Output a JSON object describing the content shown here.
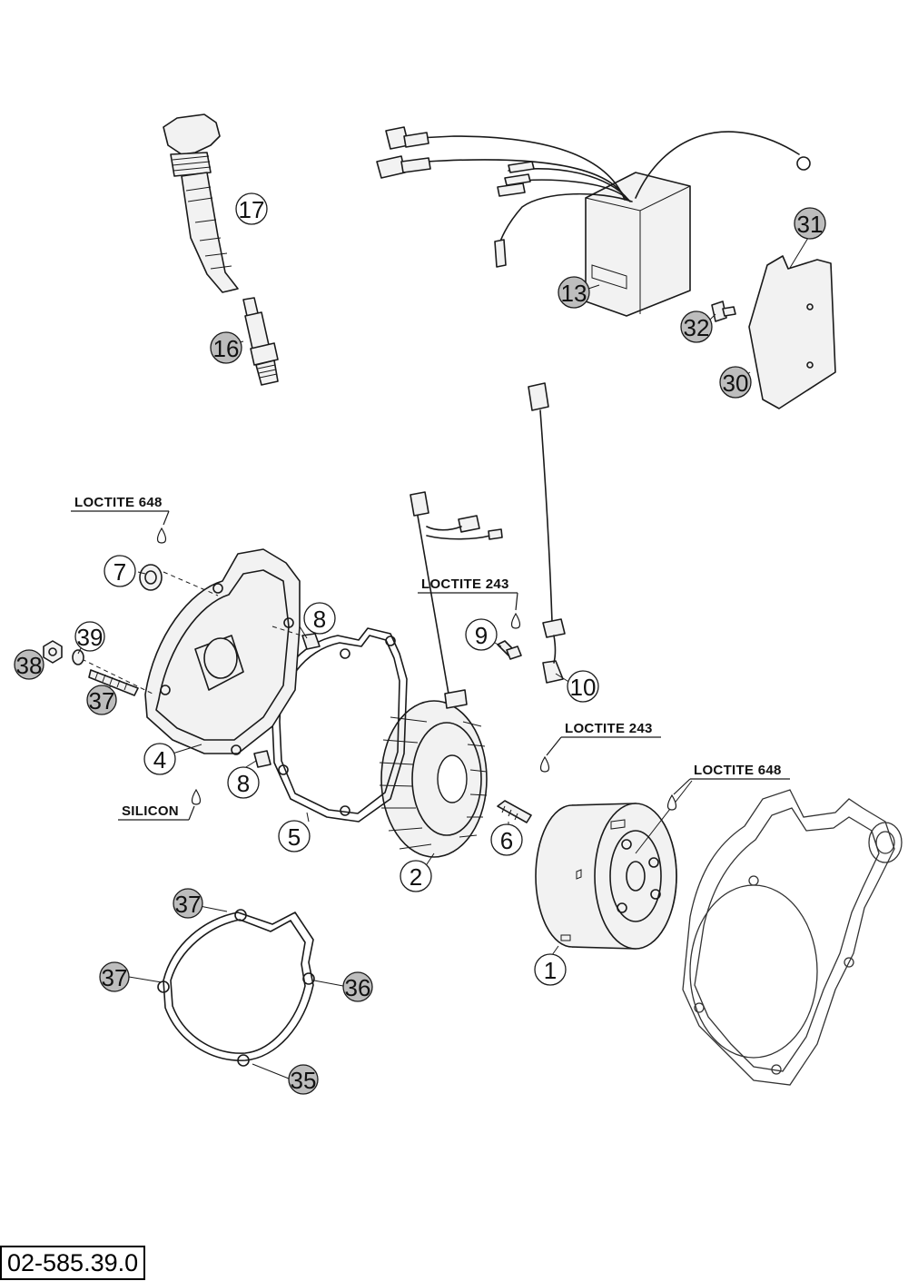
{
  "diagram": {
    "reference_code": "02-585.39.0",
    "callouts": [
      {
        "id": "c17",
        "label": "17",
        "shade": "white"
      },
      {
        "id": "c16",
        "label": "16",
        "shade": "gray"
      },
      {
        "id": "c13",
        "label": "13",
        "shade": "gray"
      },
      {
        "id": "c31",
        "label": "31",
        "shade": "gray"
      },
      {
        "id": "c32",
        "label": "32",
        "shade": "gray"
      },
      {
        "id": "c30",
        "label": "30",
        "shade": "gray"
      },
      {
        "id": "c7",
        "label": "7",
        "shade": "white"
      },
      {
        "id": "c8a",
        "label": "8",
        "shade": "white"
      },
      {
        "id": "c39",
        "label": "39",
        "shade": "white"
      },
      {
        "id": "c38",
        "label": "38",
        "shade": "gray"
      },
      {
        "id": "c37a",
        "label": "37",
        "shade": "gray"
      },
      {
        "id": "c4",
        "label": "4",
        "shade": "white"
      },
      {
        "id": "c8b",
        "label": "8",
        "shade": "white"
      },
      {
        "id": "c5",
        "label": "5",
        "shade": "white"
      },
      {
        "id": "c2",
        "label": "2",
        "shade": "white"
      },
      {
        "id": "c9",
        "label": "9",
        "shade": "white"
      },
      {
        "id": "c10",
        "label": "10",
        "shade": "white"
      },
      {
        "id": "c6",
        "label": "6",
        "shade": "white"
      },
      {
        "id": "c1",
        "label": "1",
        "shade": "white"
      },
      {
        "id": "c37b",
        "label": "37",
        "shade": "gray"
      },
      {
        "id": "c37c",
        "label": "37",
        "shade": "gray"
      },
      {
        "id": "c36",
        "label": "36",
        "shade": "gray"
      },
      {
        "id": "c35",
        "label": "35",
        "shade": "gray"
      }
    ],
    "notes": [
      {
        "id": "n1",
        "text": "LOCTITE 648"
      },
      {
        "id": "n2",
        "text": "LOCTITE 243"
      },
      {
        "id": "n3",
        "text": "LOCTITE 243"
      },
      {
        "id": "n4",
        "text": "LOCTITE 648"
      },
      {
        "id": "n5",
        "text": "SILICON"
      }
    ]
  }
}
